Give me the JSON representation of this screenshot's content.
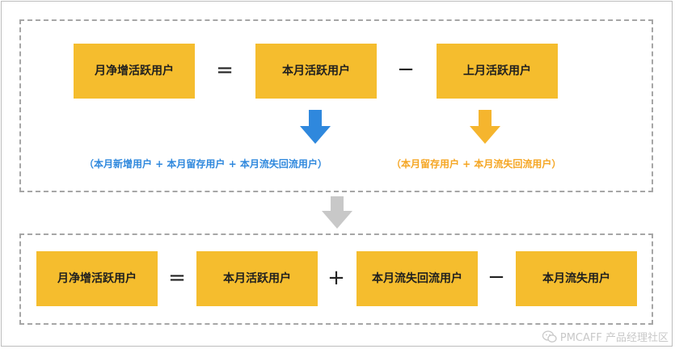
{
  "colors": {
    "box_fill": "#f5bd2e",
    "blue_accent": "#2f88dd",
    "orange_accent": "#f5a623",
    "gray_arrow": "#c8c8c8",
    "dashed_border": "#a6a6a6"
  },
  "top_formula": {
    "result": "月净增活跃用户",
    "equals": "=",
    "term_1": "本月活跃用户",
    "minus": "−",
    "term_2": "上月活跃用户",
    "note_1": "（本月新增用户 +  本月留存用户 + 本月流失回流用户）",
    "note_2": "（本月留存用户 + 本月流失回流用户）",
    "arrow_1_icon": "down-arrow-icon",
    "arrow_2_icon": "down-arrow-icon"
  },
  "transition_arrow_icon": "down-arrow-icon",
  "bottom_formula": {
    "result": "月净增活跃用户",
    "equals": "=",
    "term_1": "本月活跃用户",
    "plus": "+",
    "term_2": "本月流失回流用户",
    "minus": "−",
    "term_3": "本月流失用户"
  },
  "watermark": {
    "icon": "wechat-icon",
    "text": "PMCAFF 产品经理社区"
  }
}
